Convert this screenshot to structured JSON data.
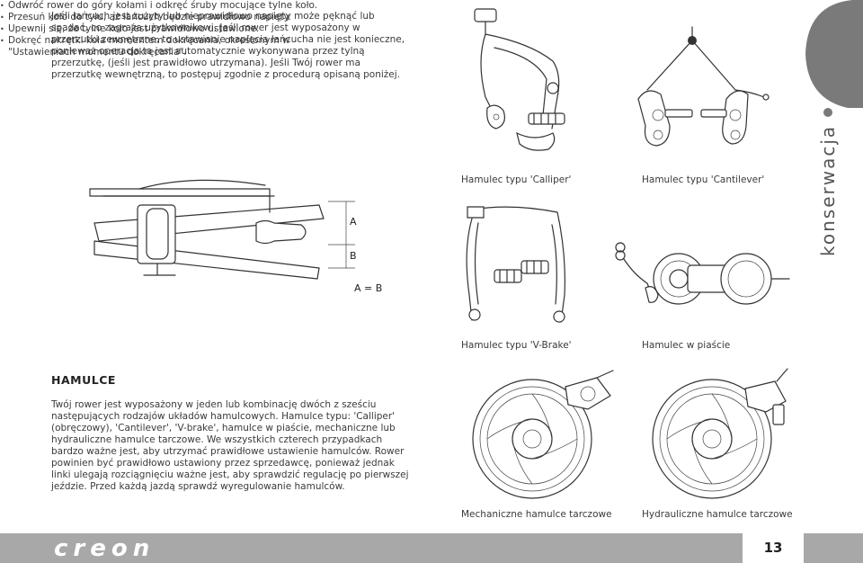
{
  "intro": "Jeśli łańcuch jest zużyty lub nieprawidłowo napięty może pęknąć lub spadać, co zagraża użytkownikowi. Jeśli rower jest wyposażony w przerzutki zewnętrzne, to ustawianie napięcia łańcucha nie jest konieczne, ponieważ operacja ta jest automatycznie wykonywana przez tylną przerzutkę, (jeśli jest prawidłowo utrzymana). Jeśli Twój rower ma przerzutkę wewnętrzną, to postępuj zgodnie z procedurą opisaną poniżej.",
  "bullets": [
    "Odwróć rower do góry kołami i odkręć śruby mocujące tylne koło.",
    "Przesuń koło do tyłu, aż łańcuch będzie prawidłowo napięty.",
    "Upewnij się, że tylne koło jest prawidłowo ustawione.",
    "Dokręć nakrętki koła momentem dokręcania, określonym w \"Ustawieniach momentu dokręcania\"."
  ],
  "labels": {
    "a": "A",
    "b": "B",
    "equation": "A = B"
  },
  "captions": {
    "calliper": "Hamulec typu 'Calliper'",
    "cantilever": "Hamulec typu 'Cantilever'",
    "vbrake": "Hamulec typu 'V-Brake'",
    "hub": "Hamulec w piaście",
    "mechanical_disc": "Mechaniczne hamulce tarczowe",
    "hydraulic_disc": "Hydrauliczne hamulce tarczowe"
  },
  "brakes": {
    "heading": "HAMULCE",
    "text": "Twój rower jest wyposażony w jeden lub kombinację dwóch z sześciu następujących rodzajów układów hamulcowych. Hamulce typu: 'Calliper' (obręczowy), 'Cantilever', 'V-brake', hamulce w piaście, mechaniczne lub hydrauliczne hamulce tarczowe. We wszystkich czterech przypadkach bardzo ważne jest, aby utrzymać prawidłowe ustawienie hamulców. Rower powinien być prawidłowo ustawiony przez sprzedawcę, ponieważ jednak linki ulegają rozciągnięciu ważne jest, aby sprawdzić regulację po pierwszej jeździe. Przed każdą jazdą sprawdź wyregulowanie hamulców."
  },
  "side_tab": "konserwacja",
  "footer": {
    "logo": "creon",
    "page": "13"
  },
  "colors": {
    "footer": "#a8a8a8",
    "tab": "#7a7a7a",
    "text": "#3a3a3a"
  }
}
